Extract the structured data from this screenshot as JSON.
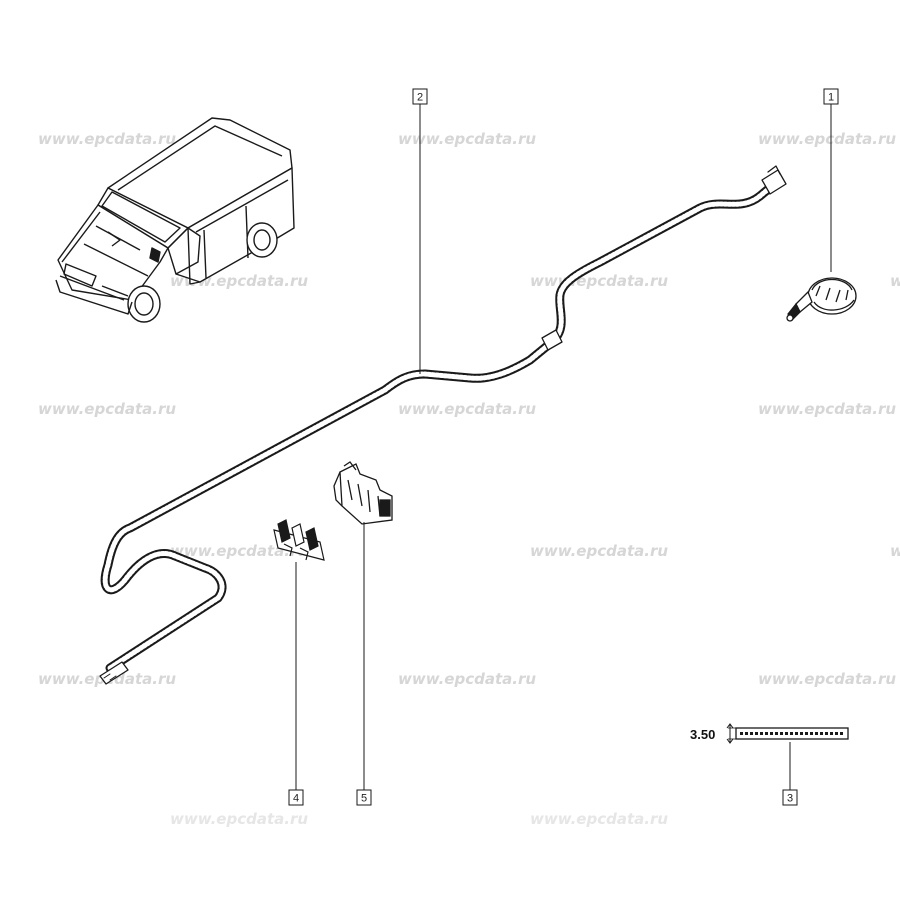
{
  "watermark": "www.epcdata.ru",
  "callouts": [
    {
      "id": "callout-1",
      "label": "1"
    },
    {
      "id": "callout-2",
      "label": "2"
    },
    {
      "id": "callout-3",
      "label": "3"
    },
    {
      "id": "callout-4",
      "label": "4"
    },
    {
      "id": "callout-5",
      "label": "5"
    }
  ],
  "dimension": {
    "value": "3.50"
  },
  "colors": {
    "line": "#1a1a1a",
    "watermark": "#d6d6d6",
    "background": "#ffffff"
  }
}
